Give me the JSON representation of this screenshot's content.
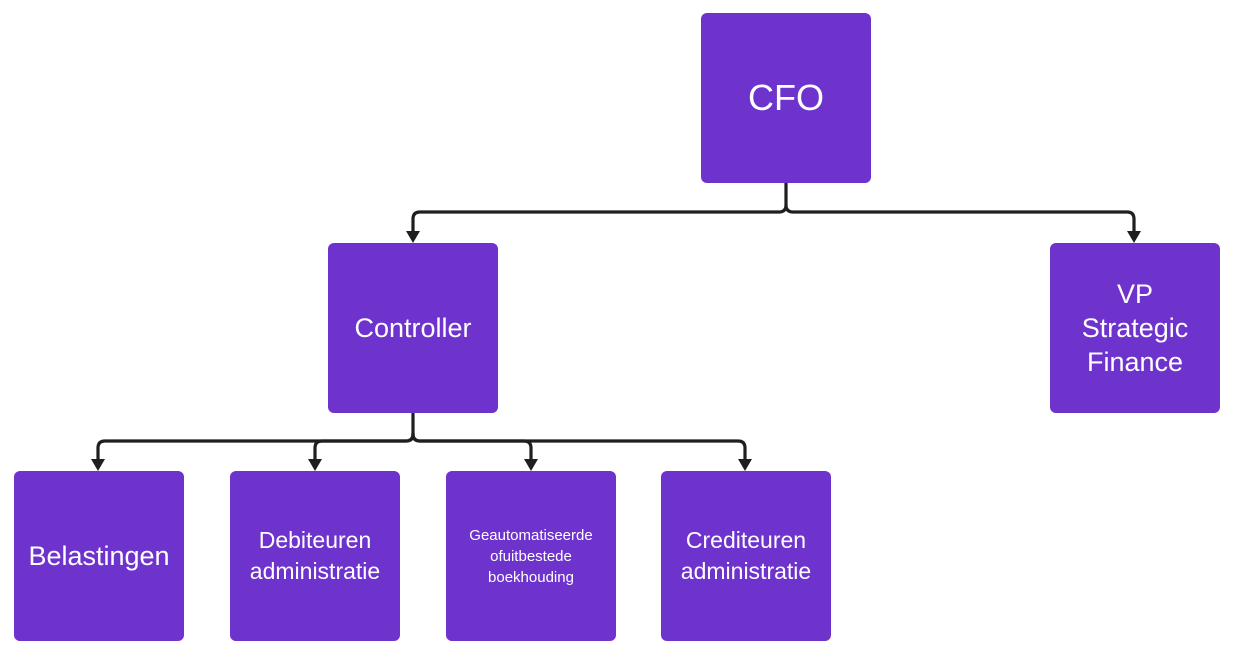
{
  "colors": {
    "node_fill": "#6e33cc",
    "node_text": "#ffffff",
    "connector": "#1f1f1f"
  },
  "nodes": {
    "cfo": "CFO",
    "controller": "Controller",
    "vp_strategic_finance": "VP\nStrategic\nFinance",
    "belastingen": "Belastingen",
    "debiteuren": "Debiteuren\nadministratie",
    "geautomatiseerde": "Geautomatiseerde\nofuitbestede\nboekhouding",
    "crediteuren": "Crediteuren\nadministratie"
  },
  "edges": [
    {
      "from": "cfo",
      "to": "controller"
    },
    {
      "from": "cfo",
      "to": "vp_strategic_finance"
    },
    {
      "from": "controller",
      "to": "belastingen"
    },
    {
      "from": "controller",
      "to": "debiteuren"
    },
    {
      "from": "controller",
      "to": "geautomatiseerde"
    },
    {
      "from": "controller",
      "to": "crediteuren"
    }
  ]
}
